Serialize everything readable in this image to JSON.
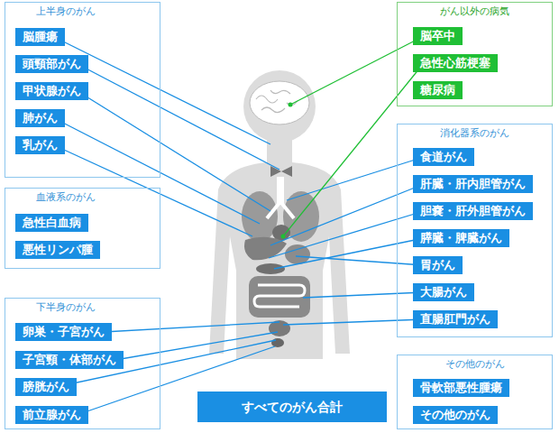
{
  "diagram": {
    "nodes": [
      {
        "text": [
          "上半身のがん"
        ]
      },
      {
        "text": [
          "脳腫瘍"
        ],
        "in": 0
      },
      {
        "text": [
          "頭頸部がん"
        ],
        "in": 0
      },
      {
        "text": [
          "甲状腺がん"
        ],
        "in": 0
      },
      {
        "text": [
          "肺がん"
        ],
        "in": 0
      },
      {
        "text": [
          "乳がん"
        ],
        "in": 0
      },
      {
        "text": [
          "血液系のがん"
        ]
      },
      {
        "text": [
          "急性白血病"
        ],
        "in": 6
      },
      {
        "text": [
          "悪性リンパ腫"
        ],
        "in": 6
      },
      {
        "text": [
          "下半身のがん"
        ]
      },
      {
        "text": [
          "卵巣・子宮がん"
        ],
        "in": 9
      },
      {
        "text": [
          "子宮頸・体部がん"
        ],
        "in": 9
      },
      {
        "text": [
          "膀胱がん"
        ],
        "in": 9
      },
      {
        "text": [
          "前立腺がん"
        ],
        "in": 9
      },
      {
        "text": [
          "がん以外の病気"
        ]
      },
      {
        "text": [
          "脳卒中"
        ],
        "in": 14
      },
      {
        "text": [
          "急性心筋梗塞"
        ],
        "in": 14
      },
      {
        "text": [
          "糖尿病"
        ],
        "in": 14
      },
      {
        "text": [
          "消化器系のがん"
        ]
      },
      {
        "text": [
          "食道がん"
        ],
        "in": 18
      },
      {
        "text": [
          "肝臓・肝内胆管がん"
        ],
        "in": 18
      },
      {
        "text": [
          "胆嚢・肝外胆管がん"
        ],
        "in": 18
      },
      {
        "text": [
          "膵臓・脾臓がん"
        ],
        "in": 18
      },
      {
        "text": [
          "胃がん"
        ],
        "in": 18
      },
      {
        "text": [
          "大腸がん"
        ],
        "in": 18
      },
      {
        "text": [
          "直腸肛門がん"
        ],
        "in": 18
      },
      {
        "text": [
          "その他のがん"
        ]
      },
      {
        "text": [
          "骨軟部悪性腫瘍"
        ],
        "in": 26
      },
      {
        "text": [
          "その他のがん"
        ],
        "in": 26
      },
      {
        "text": [
          "すべてのがん合計"
        ]
      }
    ]
  }
}
